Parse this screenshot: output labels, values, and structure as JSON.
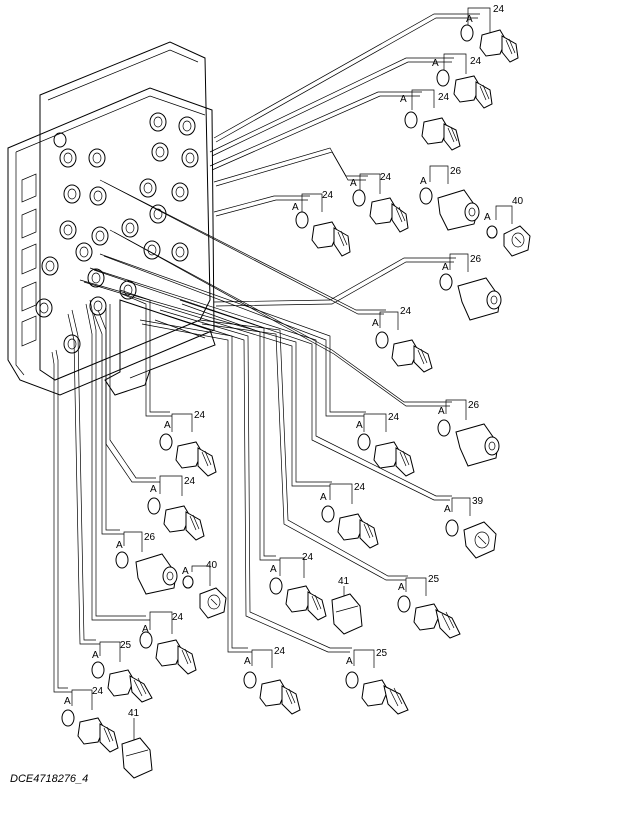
{
  "drawing": {
    "reference": "DCE4718276_4",
    "seal_label": "A",
    "callouts": [
      {
        "id": "c1",
        "part": "24"
      },
      {
        "id": "c2",
        "part": "24"
      },
      {
        "id": "c3",
        "part": "24"
      },
      {
        "id": "c4",
        "part": "24"
      },
      {
        "id": "c5",
        "part": "24"
      },
      {
        "id": "c6",
        "part": "26"
      },
      {
        "id": "c7",
        "part": "40"
      },
      {
        "id": "c8",
        "part": "26"
      },
      {
        "id": "c9",
        "part": "24"
      },
      {
        "id": "c10",
        "part": "24"
      },
      {
        "id": "c11",
        "part": "26"
      },
      {
        "id": "c12",
        "part": "24"
      },
      {
        "id": "c13",
        "part": "24"
      },
      {
        "id": "c14",
        "part": "39"
      },
      {
        "id": "c15",
        "part": "24"
      },
      {
        "id": "c16",
        "part": "26"
      },
      {
        "id": "c17",
        "part": "40"
      },
      {
        "id": "c18",
        "part": "24"
      },
      {
        "id": "c19",
        "part": "41"
      },
      {
        "id": "c20",
        "part": "25"
      },
      {
        "id": "c21",
        "part": "24"
      },
      {
        "id": "c22",
        "part": "25"
      },
      {
        "id": "c23",
        "part": "24"
      },
      {
        "id": "c24",
        "part": "25"
      },
      {
        "id": "c25",
        "part": "24"
      },
      {
        "id": "c26",
        "part": "41"
      }
    ]
  }
}
